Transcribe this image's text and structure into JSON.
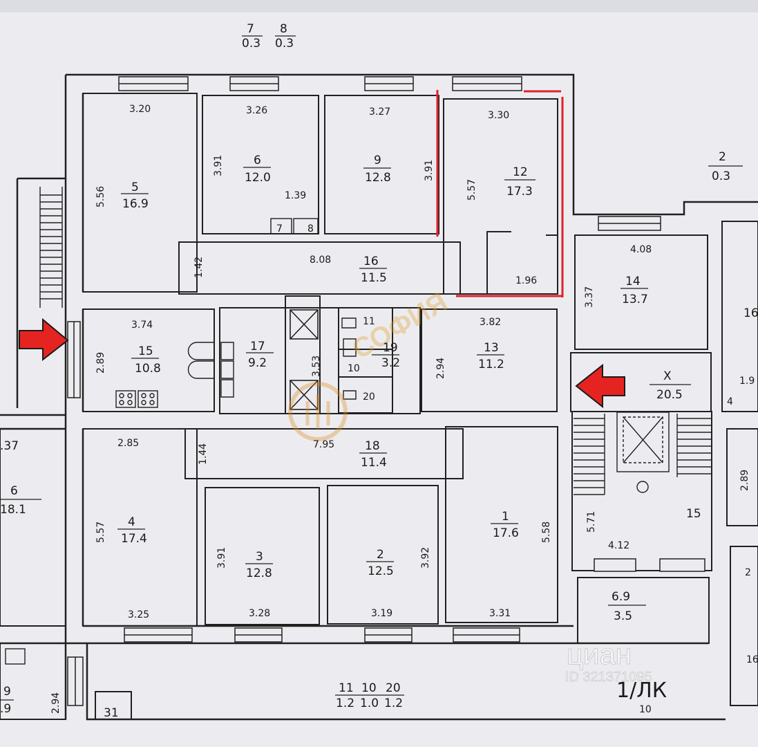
{
  "rooms": [
    {
      "id": "room-5",
      "number": "5",
      "area": "16.9",
      "dims": [
        "3.20",
        "5.56"
      ]
    },
    {
      "id": "room-6",
      "number": "6",
      "area": "12.0",
      "dims": [
        "3.26",
        "3.91",
        "1.39"
      ]
    },
    {
      "id": "room-9",
      "number": "9",
      "area": "12.8",
      "dims": [
        "3.27",
        "3.91"
      ]
    },
    {
      "id": "room-12",
      "number": "12",
      "area": "17.3",
      "dims": [
        "3.30",
        "5.57",
        "1.96"
      ]
    },
    {
      "id": "room-2-balcony",
      "number": "2",
      "area": "0.3"
    },
    {
      "id": "room-14",
      "number": "14",
      "area": "13.7",
      "dims": [
        "4.08",
        "3.37"
      ]
    },
    {
      "id": "room-16",
      "number": "16",
      "area": "11.5",
      "dims": [
        "8.08",
        "1.42"
      ]
    },
    {
      "id": "room-15",
      "number": "15",
      "area": "10.8",
      "dims": [
        "3.74",
        "2.89"
      ]
    },
    {
      "id": "room-17",
      "number": "17",
      "area": "9.2",
      "dims": [
        "3.53"
      ]
    },
    {
      "id": "room-19",
      "number": "19",
      "area": "3.2"
    },
    {
      "id": "room-13",
      "number": "13",
      "area": "11.2",
      "dims": [
        "3.82",
        "2.94"
      ]
    },
    {
      "id": "room-x",
      "number": "X",
      "area": "20.5"
    },
    {
      "id": "room-18",
      "number": "18",
      "area": "11.4",
      "dims": [
        "7.95",
        "1.44"
      ]
    },
    {
      "id": "room-4",
      "number": "4",
      "area": "17.4",
      "dims": [
        "2.85",
        "5.57",
        "3.25"
      ]
    },
    {
      "id": "room-3",
      "number": "3",
      "area": "12.8",
      "dims": [
        "3.91",
        "3.28"
      ]
    },
    {
      "id": "room-2",
      "number": "2",
      "area": "12.5",
      "dims": [
        "3.92",
        "3.19"
      ]
    },
    {
      "id": "room-1",
      "number": "1",
      "area": "17.6",
      "dims": [
        "5.58",
        "3.31"
      ]
    },
    {
      "id": "room-6-left",
      "number": "6",
      "area": "18.1",
      "dims": [
        ".37"
      ]
    },
    {
      "id": "room-6-9",
      "number": "6.9",
      "area": "3.5"
    },
    {
      "id": "room-left-bottom",
      "number": "9",
      "area": ".9",
      "dims": [
        "2.94"
      ]
    }
  ],
  "small_labels": {
    "top_7": "7",
    "top_7_area": "0.3",
    "top_8": "8",
    "top_8_area": "0.3",
    "wc_7": "7",
    "wc_8": "8",
    "wc_11": "11",
    "wc_10": "10",
    "wc_20": "20",
    "stair_dims": [
      "5.71",
      "4.12",
      "2.89"
    ],
    "stair_15": "15",
    "right_16": "16",
    "right_19": "1.9",
    "right_4": "4",
    "right_2": "2",
    "right_16b": "16",
    "bottom_left_31": "31",
    "bottom_11": "11",
    "bottom_11_area": "1.2",
    "bottom_10": "10",
    "bottom_10_area": "1.0",
    "bottom_20": "20",
    "bottom_20_area": "1.2",
    "bottom_1lk": "1/ЛК",
    "bottom_10b": "10"
  },
  "watermark": {
    "brand": "циан",
    "id": "ID 321371095",
    "stamp": "СОФИЯ"
  },
  "colors": {
    "wall": "#202020",
    "paper": "#ececf0",
    "highlight": "#e0202c",
    "arrow": "#e52421",
    "arrow_stroke": "#1a1a1a"
  }
}
